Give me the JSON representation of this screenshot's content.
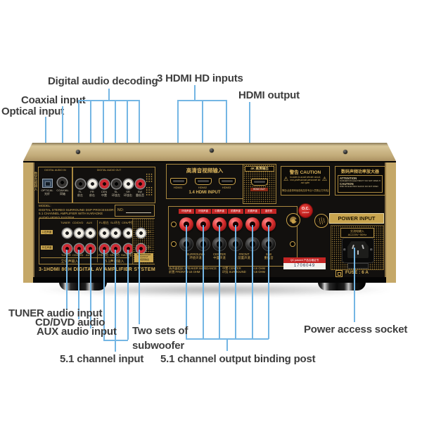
{
  "colors": {
    "callout_line": "#74b6e4",
    "gold": "#c9a54f",
    "panel": "#141210",
    "red": "#c32524",
    "chassis_gold": "#c9b384"
  },
  "callouts": {
    "top": {
      "digital": "Digital audio decoding",
      "hdmi_inputs": "3 HDMI HD inputs",
      "coaxial": "Coaxial input",
      "hdmi_output": "HDMI output",
      "optical": "Optical input"
    },
    "bottom": {
      "tuner": "TUNER audio input",
      "cddvd": "CD/DVD audio",
      "aux": "AUX audio input",
      "ch_input": "5.1 channel input",
      "sub_line1": "Two sets of",
      "sub_line2": "subwoofer",
      "ch_output": "5.1 channel output binding post",
      "power": "Power access socket"
    }
  },
  "panel": {
    "digital_in": {
      "header": "DIGITAL AUDIO IN",
      "side_vertical": "数字音频输入",
      "optical_en": "OPTICAL",
      "optical_cn": "光纤",
      "coaxial_en": "COAXIAL",
      "coaxial_cn": "同轴"
    },
    "decoder_out": {
      "header": "DIGITAL AUDIO OUT",
      "jacks": [
        {
          "en": "FL",
          "cn": "前左"
        },
        {
          "en": "FR",
          "cn": "前右"
        },
        {
          "en": "CEN",
          "cn": "中置"
        },
        {
          "en": "SL",
          "cn": "环绕左"
        },
        {
          "en": "SR",
          "cn": "环绕右"
        },
        {
          "en": "SW",
          "cn": "重低音"
        }
      ]
    },
    "model": {
      "l1": "MODEL:",
      "l2": "DIGITAL STEREO SURROUND DSP PROCESSOR:",
      "l3": "5.1 CHANNEL AMPLIFIER WITH KARAOKE",
      "l4": "AUDIO VIDEO SYSTEM",
      "no_label": "NO:"
    },
    "hdmi_in": {
      "header_cn": "高清音视频输入",
      "port1": "HDMI1",
      "port2": "HDMI2",
      "port3": "HDMI3",
      "footer": "1.4 HDMI INPUT"
    },
    "hdmi_out": {
      "header_cn": "4K 高清输出",
      "port_tag": "HDMI OUT"
    },
    "caution1": {
      "title": "警告 CAUTION",
      "en1": "In order to avoid electric shock,",
      "en2": "non-professional personnel do not open",
      "cn": "警告!此处带有危险电压非专业人员禁止打开机盖"
    },
    "caution2": {
      "title": "数码声频功率放大器",
      "a1": "ATTENTION",
      "a2": "DANGEROUS ELECTRICITY DO NOT OPEN THE COVER",
      "c1": "CAUTION",
      "c2": "RISK OF ELECTRIC SHOCK DO NOT OPEN"
    },
    "stereo_in": {
      "h1": "TUNER",
      "h2": "CD/DVD",
      "h3": "AUX",
      "b1": "TUNER",
      "b2": "CD/DVD",
      "b3": "AUX",
      "tag_l": "L/左声道",
      "tag_r": "R/右声道",
      "footer": "立体声输入"
    },
    "input51": {
      "h1": "FL/前左",
      "h2": "SL/环左",
      "h3": "CEN/中置",
      "b1": "FR/前右",
      "b2": "SR/环右",
      "b3": "SW/重低音",
      "footer": "5.1声道输入"
    },
    "sub_out": {
      "l1": "SUBWOOFER",
      "l2": "OUTPUT",
      "cn": "重低音输出"
    },
    "system_text": "3-1HDMI 8CH DIGITAL AV AMPLIFIER SYSTEM",
    "speakers": {
      "tags": [
        "环绕声道",
        "环绕声道",
        "中置声道",
        "前置声道",
        "前置声道",
        "重低音"
      ],
      "g1en": "SURROUND",
      "g1cn": "环绕声道",
      "g2en": "CENTER",
      "g2cn": "中置声道",
      "g3en": "FRONT",
      "g3cn": "前置声道",
      "g4en": "S.W",
      "g4cn": "重低音",
      "imp_l1": "扬声器阻抗 SPEAKER IMPEDANCE",
      "imp_l2": "前置 FRONT   6-16 OHM",
      "imp_m1": "中置 CENTER",
      "imp_m2": "环绕 SURROUND",
      "imp_r1": "6-16 OHM",
      "imp_r2": "6-16 OHM"
    },
    "badges": {
      "oc1": "O.C.",
      "oc2": "passed",
      "qc": "QC passed 产品合格证书",
      "serial": "1706049"
    },
    "power": {
      "label": "POWER INPUT",
      "ac1": "交流电输入",
      "ac2": "AC220V~50Hz",
      "fuse": "FUSE : 6 A"
    }
  }
}
